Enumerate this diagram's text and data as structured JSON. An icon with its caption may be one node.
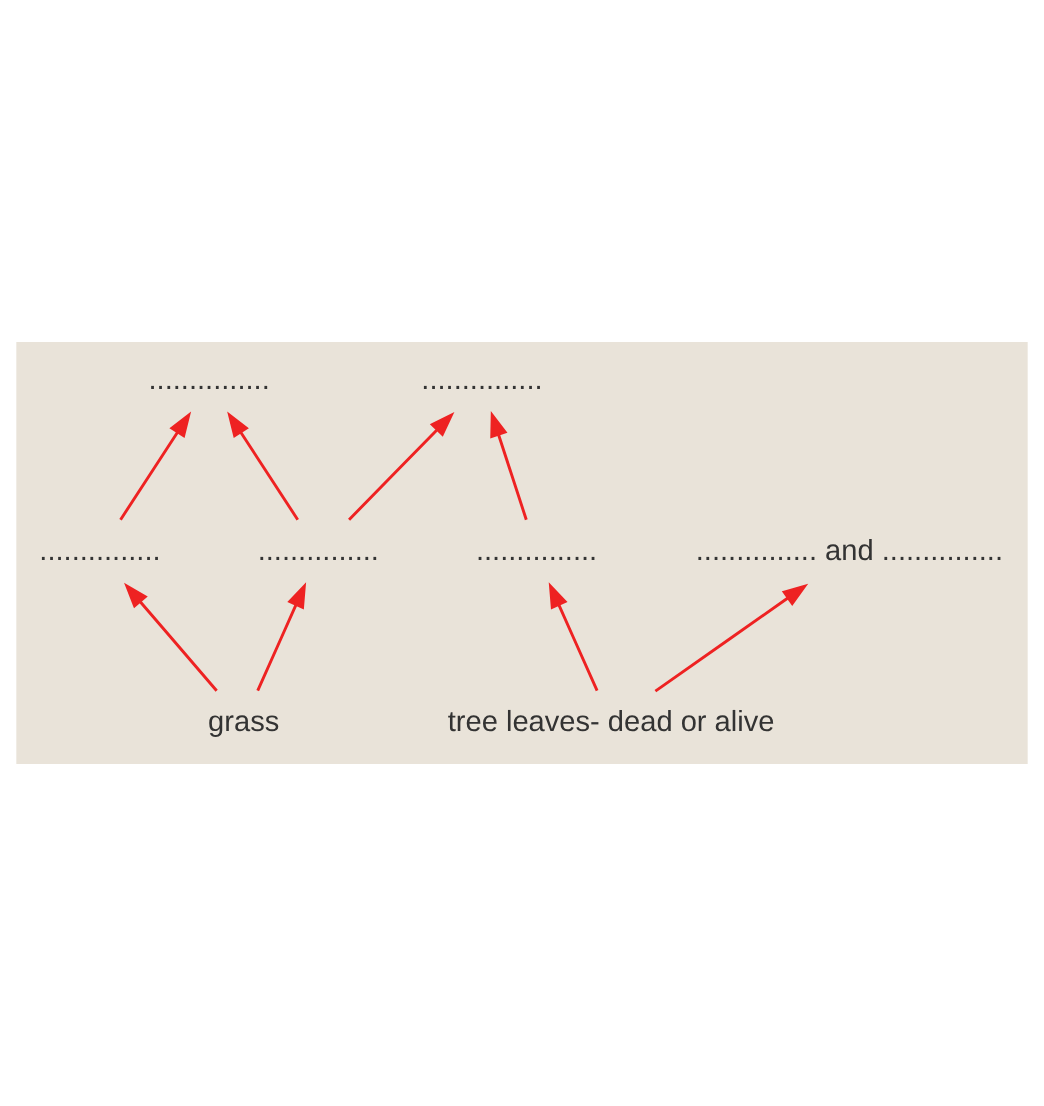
{
  "diagram": {
    "nodes": [
      {
        "text": [
          "..............."
        ]
      },
      {
        "text": [
          "..............."
        ]
      },
      {
        "text": [
          "..............."
        ]
      },
      {
        "text": [
          "..............."
        ]
      },
      {
        "text": [
          "..............."
        ]
      },
      {
        "text": [
          "............... and ..............."
        ]
      },
      {
        "text": [
          "grass"
        ]
      },
      {
        "text": [
          "tree leaves- dead or alive"
        ]
      }
    ],
    "edges": [
      {
        "from": 6,
        "to": 2,
        "arrow": "to"
      },
      {
        "from": 6,
        "to": 3,
        "arrow": "to"
      },
      {
        "from": 2,
        "to": 1,
        "arrow": "to"
      },
      {
        "from": 3,
        "to": 1,
        "arrow": "to"
      },
      {
        "from": 3,
        "to": 0,
        "arrow": "to"
      },
      {
        "from": 4,
        "to": 0,
        "arrow": "to"
      },
      {
        "from": 7,
        "to": 4,
        "arrow": "to"
      },
      {
        "from": 7,
        "to": 5,
        "arrow": "to"
      }
    ]
  }
}
